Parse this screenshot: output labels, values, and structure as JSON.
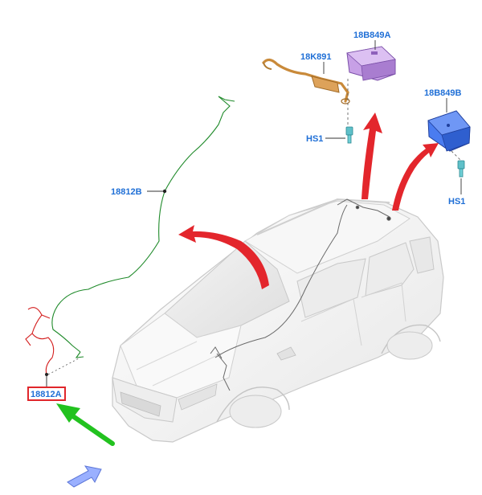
{
  "callouts": {
    "label_18B849A": "18B849A",
    "label_18K891": "18K891",
    "label_18B849B": "18B849B",
    "label_hs1_top": "HS1",
    "label_hs1_right": "HS1",
    "label_18812B": "18812B",
    "label_18812A": "18812A"
  },
  "colors": {
    "callout_text": "#1f6fd6",
    "highlight_box": "#e0262b",
    "red_arrow": "#e3262c",
    "green_arrow": "#22c21f",
    "blue_arrow": "#8fa6ff",
    "harness_green": "#1f8a2a",
    "harness_red": "#d41f1f",
    "module_purple": "#b58ad9",
    "module_blue": "#3d6ee6",
    "antenna_orange": "#d99a4a"
  }
}
